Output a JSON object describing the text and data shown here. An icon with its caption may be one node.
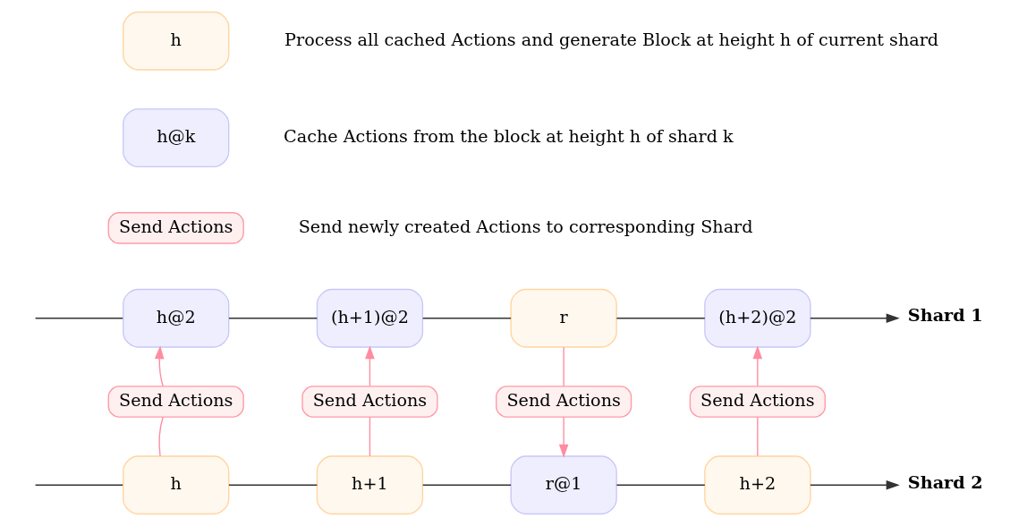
{
  "diagram": {
    "nodes": [
      {
        "text": [
          "h"
        ],
        "beside": [
          "Process all cached Actions and generate Block at height h of current shard"
        ]
      },
      {
        "text": [
          "h@k"
        ],
        "beside": [
          "Cache Actions from the block at height h of shard k"
        ]
      },
      {
        "text": [
          "Send Actions"
        ],
        "beside": [
          "Send newly created Actions to corresponding Shard"
        ]
      },
      {
        "text": [
          "h@2"
        ]
      },
      {
        "text": [
          "(h+1)@2"
        ]
      },
      {
        "text": [
          "r"
        ]
      },
      {
        "text": [
          "(h+2)@2"
        ]
      },
      {
        "text": [
          "Shard 1"
        ]
      },
      {
        "text": [
          "Send Actions"
        ]
      },
      {
        "text": [
          "Send Actions"
        ]
      },
      {
        "text": [
          "Send Actions"
        ]
      },
      {
        "text": [
          "Send Actions"
        ]
      },
      {
        "text": [
          "h"
        ]
      },
      {
        "text": [
          "h+1"
        ]
      },
      {
        "text": [
          "r@1"
        ]
      },
      {
        "text": [
          "h+2"
        ]
      },
      {
        "text": [
          "Shard 2"
        ]
      }
    ],
    "edges": [
      {
        "from": null,
        "to": 3,
        "arrow": "none"
      },
      {
        "from": 3,
        "to": 4,
        "arrow": "none"
      },
      {
        "from": 4,
        "to": 5,
        "arrow": "none"
      },
      {
        "from": 5,
        "to": 6,
        "arrow": "none"
      },
      {
        "from": 6,
        "to": 7,
        "arrow": "to"
      },
      {
        "from": null,
        "to": 12,
        "arrow": "none"
      },
      {
        "from": 12,
        "to": 13,
        "arrow": "none"
      },
      {
        "from": 13,
        "to": 14,
        "arrow": "none"
      },
      {
        "from": 14,
        "to": 15,
        "arrow": "none"
      },
      {
        "from": 15,
        "to": 16,
        "arrow": "to"
      },
      {
        "from": 12,
        "to": 8,
        "arrow": "none",
        "color": "#ff8ca0"
      },
      {
        "from": 8,
        "to": 3,
        "arrow": "to",
        "color": "#ff8ca0"
      },
      {
        "from": 13,
        "to": 9,
        "arrow": "none",
        "color": "#ff8ca0"
      },
      {
        "from": 9,
        "to": 4,
        "arrow": "to",
        "color": "#ff8ca0"
      },
      {
        "from": 5,
        "to": 10,
        "arrow": "none",
        "color": "#ff8ca0"
      },
      {
        "from": 10,
        "to": 14,
        "arrow": "to",
        "color": "#ff8ca0"
      },
      {
        "from": 15,
        "to": 11,
        "arrow": "none",
        "color": "#ff8ca0"
      },
      {
        "from": 11,
        "to": 6,
        "arrow": "to",
        "color": "#ff8ca0"
      }
    ]
  }
}
